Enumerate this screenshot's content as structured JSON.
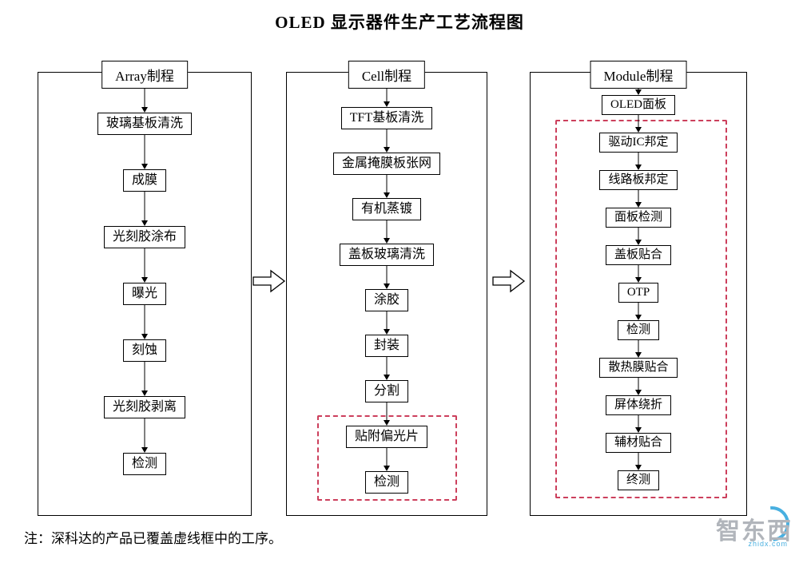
{
  "title": "OLED 显示器件生产工艺流程图",
  "note": "注：深科达的产品已覆盖虚线框中的工序。",
  "watermark": {
    "name": "智东西",
    "domain": "zhidx.com"
  },
  "colors": {
    "dashed_box": "#cc3f5c",
    "line": "#000000"
  },
  "columns": [
    {
      "header": "Array制程",
      "steps": [
        "玻璃基板清洗",
        "成膜",
        "光刻胶涂布",
        "曝光",
        "刻蚀",
        "光刻胶剥离",
        "检测"
      ]
    },
    {
      "header": "Cell制程",
      "steps": [
        "TFT基板清洗",
        "金属掩膜板张网",
        "有机蒸镀",
        "盖板玻璃清洗",
        "涂胶",
        "封装",
        "分割",
        "贴附偏光片",
        "检测"
      ],
      "highlight_steps": [
        "贴附偏光片",
        "检测"
      ]
    },
    {
      "header": "Module制程",
      "steps": [
        "OLED面板",
        "驱动IC邦定",
        "线路板邦定",
        "面板检测",
        "盖板贴合",
        "OTP",
        "检测",
        "散热膜贴合",
        "屏体绕折",
        "辅材贴合",
        "终测"
      ],
      "highlight_steps": [
        "驱动IC邦定",
        "线路板邦定",
        "面板检测",
        "盖板贴合",
        "OTP",
        "检测",
        "散热膜贴合",
        "屏体绕折",
        "辅材贴合",
        "终测"
      ]
    }
  ]
}
